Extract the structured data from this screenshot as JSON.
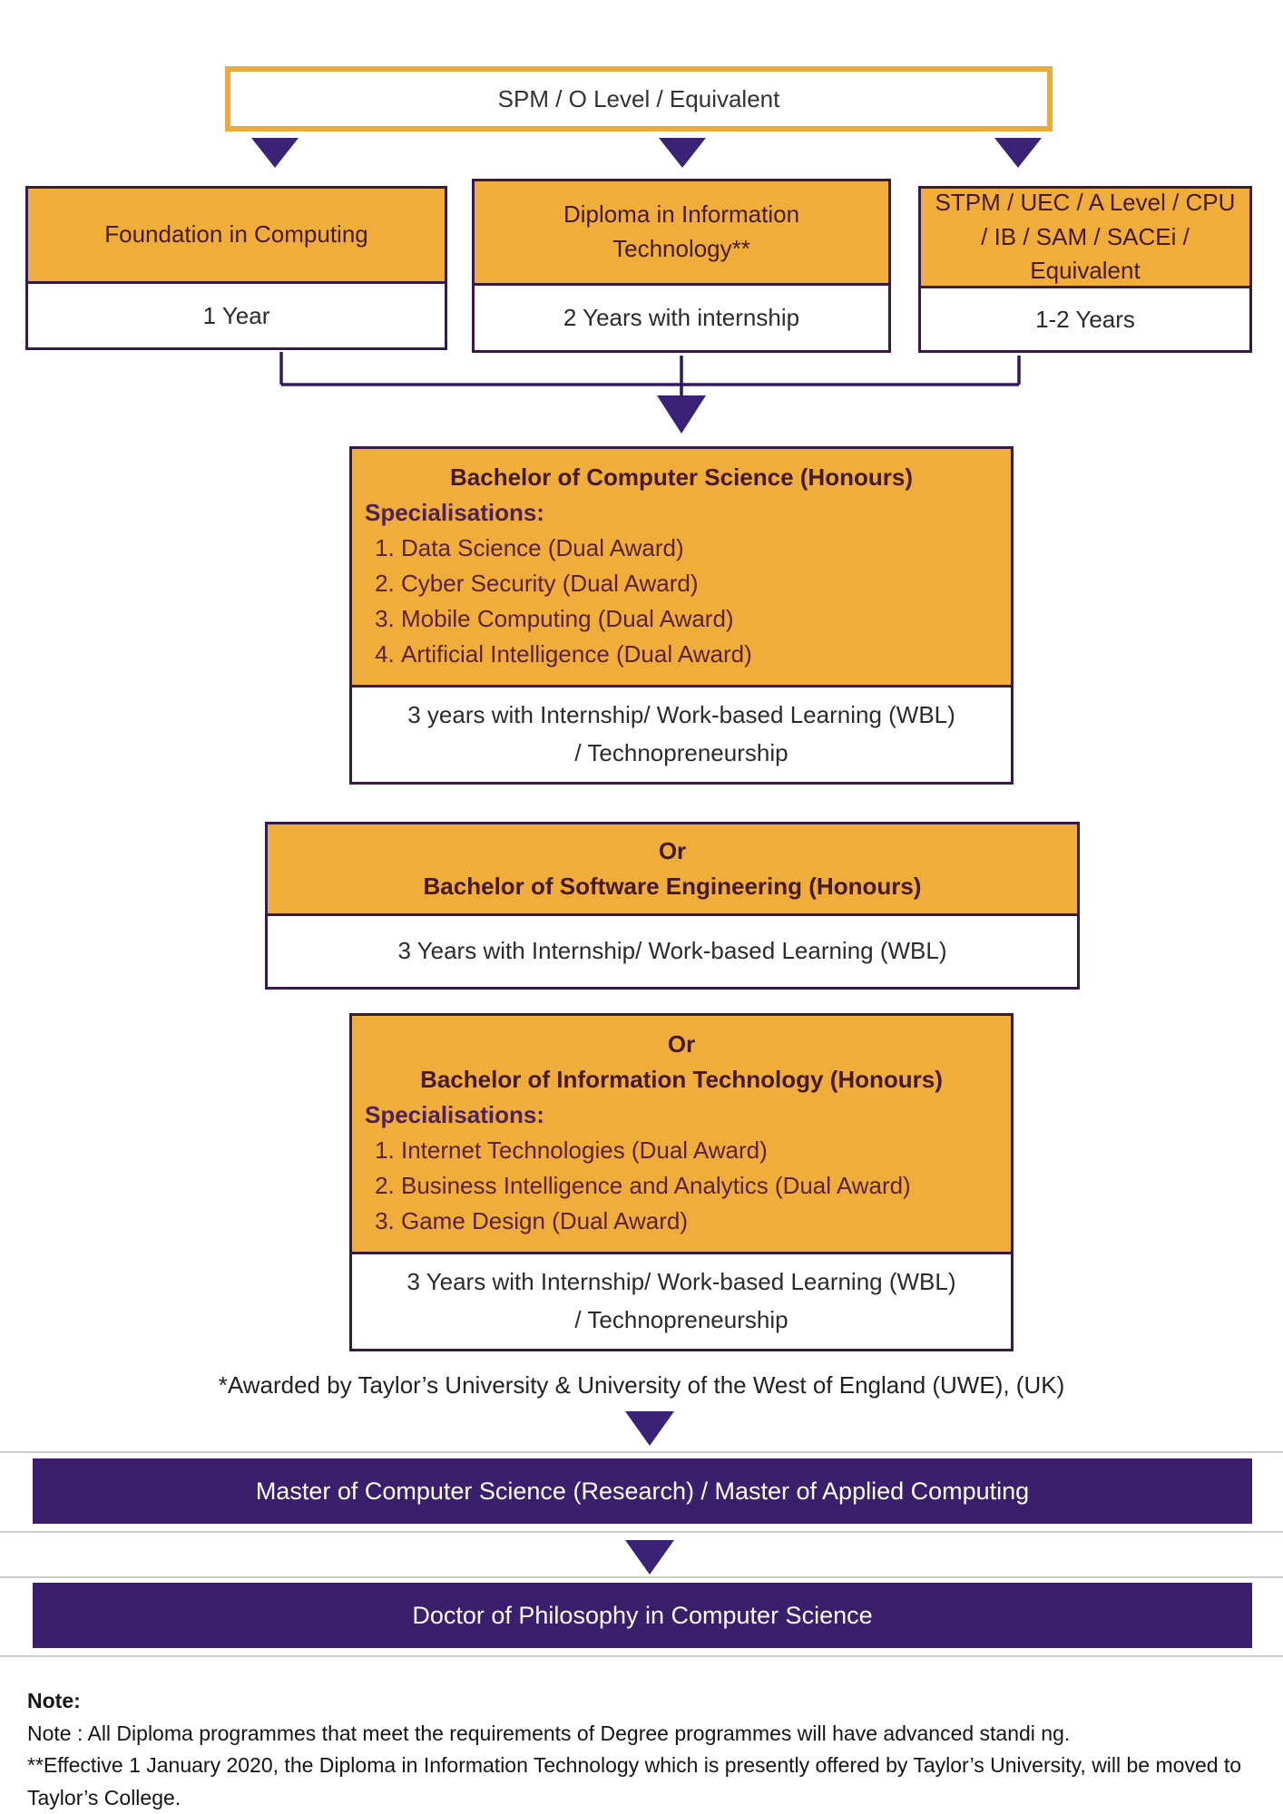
{
  "palette": {
    "gold_fill": "#F0AD3A",
    "gold_border": "#E9AC3C",
    "box_border": "#371A47",
    "arrow_indigo": "#3A2277",
    "bar_purple": "#3A1F6C",
    "title_maroon": "#451A28",
    "spec_purple": "#4E2158",
    "list_maroon": "#5A2138"
  },
  "entry": {
    "title": "SPM / O Level / Equivalent"
  },
  "pathways": [
    {
      "title": "Foundation in Computing",
      "duration": "1 Year"
    },
    {
      "title": "Diploma in Information Technology**",
      "duration": "2 Years with internship"
    },
    {
      "title": "STPM / UEC / A Level / CPU / IB / SAM / SACEi / Equivalent",
      "duration": "1-2 Years"
    }
  ],
  "degrees": [
    {
      "title": "Bachelor of Computer Science (Honours)",
      "spec_label": "Specialisations:",
      "specialisations": [
        "Data Science (Dual Award)",
        "Cyber Security (Dual Award)",
        "Mobile Computing (Dual Award)",
        "Artificial Intelligence (Dual Award)"
      ],
      "duration": "3 years with Internship/ Work-based Learning (WBL) / Technopreneurship"
    },
    {
      "or_label": "Or",
      "title": "Bachelor of Software Engineering (Honours)",
      "duration": "3 Years with Internship/ Work-based Learning (WBL)"
    },
    {
      "or_label": "Or",
      "title": "Bachelor of Information Technology (Honours)",
      "spec_label": "Specialisations:",
      "specialisations": [
        "Internet Technologies (Dual Award)",
        "Business Intelligence and Analytics (Dual Award)",
        "Game Design (Dual Award)"
      ],
      "duration": "3 Years with Internship/ Work-based Learning (WBL) / Technopreneurship"
    }
  ],
  "award_note": "*Awarded by Taylor’s University & University of the West of England (UWE), (UK)",
  "postgrad": [
    {
      "title": "Master of Computer Science (Research) / Master of Applied Computing"
    },
    {
      "title": "Doctor of Philosophy in Computer Science"
    }
  ],
  "notes": {
    "heading": "Note:",
    "line1": "Note : All Diploma programmes that meet the requirements of Degree programmes will have advanced standi ng.",
    "line2": "**Effective 1 January 2020, the Diploma in Information Technology which is presently offered by Taylor’s University, will be moved to Taylor’s College."
  }
}
